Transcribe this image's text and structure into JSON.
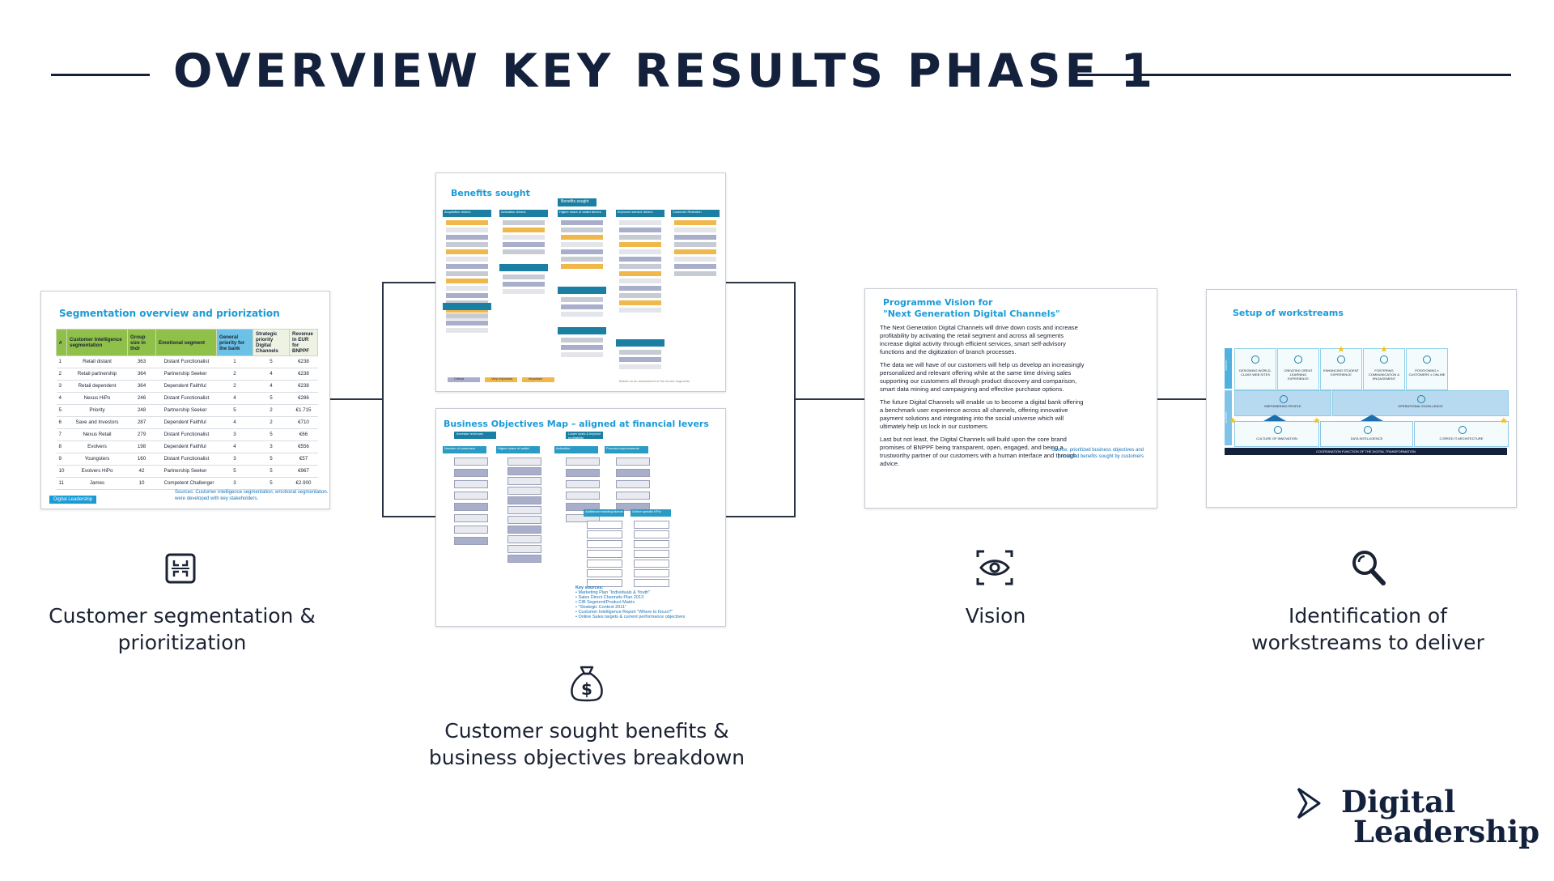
{
  "page": {
    "title": "OVERVIEW KEY RESULTS PHASE 1"
  },
  "colors": {
    "navy": "#14213d",
    "accent_blue": "#1a9bd6",
    "green_header": "#8fc04a",
    "orange_box": "#f0b84b",
    "grey_box": "#c7cbd3",
    "lavender_box": "#a9aecb",
    "teal_box": "#1a7fa3"
  },
  "segmentation": {
    "title": "Segmentation overview and priorization",
    "headers": [
      "#",
      "Customer Intelligence segmentation",
      "Group size in thdr",
      "Emotional segment",
      "General priority for the bank",
      "Strategic priority Digital Channels",
      "Revenue in EUR for BNPPF"
    ],
    "rows": [
      [
        "1",
        "Retail distant",
        "363",
        "Distant Functionalist",
        "1",
        "5",
        "€238"
      ],
      [
        "2",
        "Retail partnership",
        "364",
        "Partnership Seeker",
        "2",
        "4",
        "€238"
      ],
      [
        "3",
        "Retail dependent",
        "364",
        "Dependent Faithful",
        "2",
        "4",
        "€238"
      ],
      [
        "4",
        "Nexus HiPo",
        "246",
        "Distant Functionalist",
        "4",
        "5",
        "€286"
      ],
      [
        "5",
        "Priority",
        "248",
        "Partnership Seeker",
        "5",
        "2",
        "€1.715"
      ],
      [
        "6",
        "Save and Investors",
        "287",
        "Dependent Faithful",
        "4",
        "2",
        "€710"
      ],
      [
        "7",
        "Nexus Retail",
        "279",
        "Distant Functionalist",
        "3",
        "5",
        "€66"
      ],
      [
        "8",
        "Evolvers",
        "198",
        "Dependent Faithful",
        "4",
        "3",
        "€556"
      ],
      [
        "9",
        "Youngsters",
        "160",
        "Distant Functionalist",
        "3",
        "5",
        "€57"
      ],
      [
        "10",
        "Evolvers HiPo",
        "42",
        "Partnership Seeker",
        "5",
        "5",
        "€967"
      ],
      [
        "11",
        "James",
        "10",
        "Competent Challenger",
        "3",
        "5",
        "€2.900"
      ]
    ],
    "source": "Sources: Customer intelligence segmentation; emotional segmentation. Priorities were developed with key stakeholders.",
    "tag": "Digital Leadership",
    "caption_line1": "Customer segmentation &",
    "caption_line2": "prioritization",
    "icon": "segment-grid-icon"
  },
  "benefits": {
    "title": "Benefits sought",
    "center_tag": "Benefits sought",
    "column_heads": [
      "Acquisition drivers",
      "Activation drivers",
      "Higher share of wallet drivers",
      "Improved service drivers",
      "Customer Retention"
    ],
    "legend": [
      "Critical",
      "Very Important",
      "Important"
    ],
    "source": "Based on an assessment of the known segments"
  },
  "objectives": {
    "title": "Business Objectives Map – aligned at financial levers",
    "top_heads": [
      "Increase revenues",
      "Lower costs & improve profitability"
    ],
    "column_heads": [
      "Number of customers",
      "Higher share of wallet",
      "Activation",
      "Process improvements"
    ],
    "kpi_heads": [
      "Additional enabling factors",
      "Online specific KPIs"
    ],
    "key_sources_title": "Key sources:",
    "key_sources": [
      "Marketing Plan \"Individuals & Youth\"",
      "Sales Direct Channels Plan 2013",
      "CIB Segment/Product Matrix",
      "\"Strategic Context 2011\"",
      "Customer Intelligence Report \"Where to focus?\"",
      "Online Sales targets & current performance objectives"
    ],
    "caption_line1": "Customer sought benefits &",
    "caption_line2": "business objectives breakdown",
    "icon": "money-bag-icon"
  },
  "vision": {
    "title_line1": "Programme Vision for",
    "title_line2": "\"Next Generation Digital Channels\"",
    "paragraphs": [
      "The Next Generation Digital Channels will drive down costs and increase profitability by activating the retail segment and across all segments increase digital activity through efficient services, smart self-advisory functions and the digitization of branch processes.",
      "The data we will have of our customers will help us develop an increasingly personalized and relevant offering while at the same time driving sales supporting our customers all through product discovery and comparison, smart data mining and campaigning and effective purchase options.",
      "The future Digital Channels will enable us to become a digital bank offering a benchmark user experience across all channels, offering innovative payment solutions and integrating into the social universe which will ultimately help us lock in our customers.",
      "Last but not least, the Digital Channels will build upon the core brand promises of BNPPF being transparent, open, engaged, and being a trustworthy partner of our customers with a human interface and through advice."
    ],
    "source_line1": "Source: prioritized business objectives and",
    "source_line2": "prioritized benefits sought by customers",
    "caption": "Vision",
    "icon": "eye-icon"
  },
  "workstreams": {
    "title": "Setup of workstreams",
    "side_labels": [
      "PRIMARY",
      "SUPPORT"
    ],
    "primary": [
      "DESIGNING WORLD-CLASS WEB SITES",
      "CREATING GREAT LEARNING EXPERIENCE",
      "ENHANCING STUDENT EXPERIENCE",
      "FOSTERING COMMUNICATION & ENGAGEMENT",
      "POSITIONING ± CUSTOMERS ± ONLINE"
    ],
    "support_top": [
      "EMPOWERING PEOPLE",
      "OPERATIONAL EXCELLENCE"
    ],
    "support_bottom": [
      "CULTURE OF INNOVATION",
      "DATA INTELLIGENCE",
      "2-SPEED IT ARCHITECTURE"
    ],
    "footer": "COORDINATION FUNCTION OF THE DIGITAL TRANSFORMATION",
    "caption_line1": "Identification of",
    "caption_line2": "workstreams to deliver",
    "icon": "magnifier-icon"
  },
  "logo": {
    "line1": "Digital",
    "line2": "Leadership",
    "icon": "chevron-logo-icon"
  }
}
